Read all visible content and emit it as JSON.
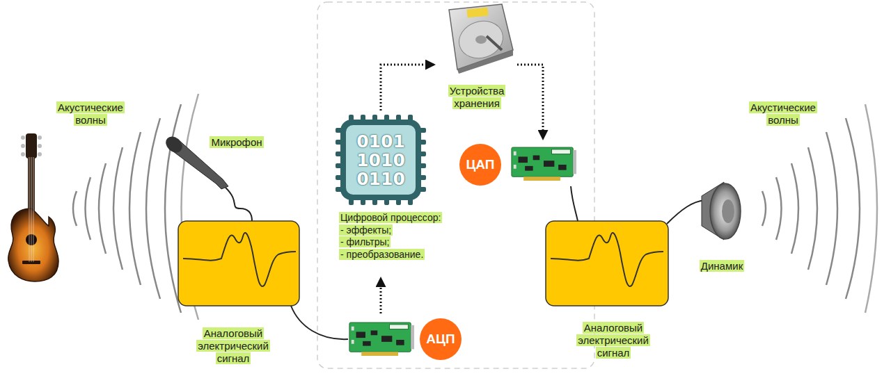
{
  "diagram": {
    "nodes": [
      {
        "text": [
          "АЦП"
        ]
      },
      {
        "text": [
          "0101 1010 0110",
          "Цифровой процессор: - эффекты; - фильтры; - преобразование."
        ]
      },
      {
        "text": [
          "Устройства хранения"
        ]
      },
      {
        "text": [
          "ЦАП"
        ]
      }
    ],
    "edges": [
      {
        "from": 0,
        "to": 1,
        "arrow": "to"
      },
      {
        "from": 1,
        "to": 2,
        "arrow": "to"
      },
      {
        "from": 2,
        "to": 3,
        "arrow": "to"
      }
    ],
    "labels": [
      "Акустические волны",
      "Микрофон",
      "Аналоговый электрический сигнал",
      "Аналоговый электрический сигнал",
      "Динамик",
      "Акустические волны"
    ]
  }
}
